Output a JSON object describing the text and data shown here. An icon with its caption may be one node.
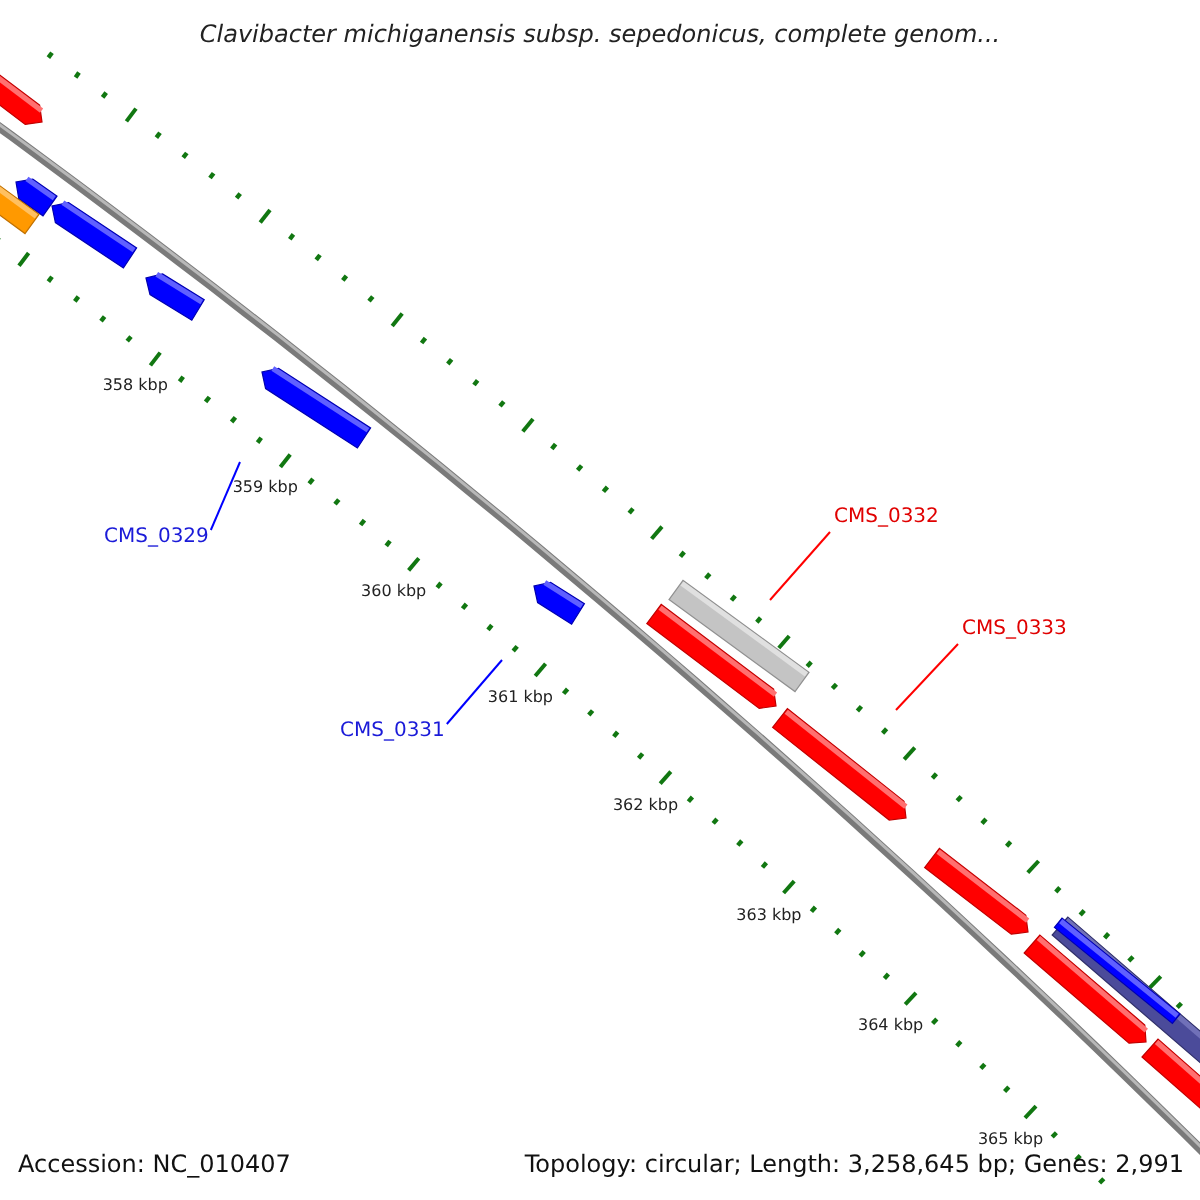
{
  "diagram": {
    "title": "Clavibacter michiganensis subsp. sepedonicus, complete genom...",
    "nodes": [
      {
        "text": [
          "CMS_0329"
        ]
      },
      {
        "text": [
          "CMS_0331"
        ]
      },
      {
        "text": [
          "CMS_0332"
        ]
      },
      {
        "text": [
          "CMS_0333"
        ]
      }
    ],
    "edges": [
      {
        "from": 0,
        "to": null,
        "arrow": "none",
        "color": "#0000ff"
      },
      {
        "from": 1,
        "to": null,
        "arrow": "none",
        "color": "#0000ff"
      },
      {
        "from": 2,
        "to": null,
        "arrow": "none",
        "color": "#ff0000"
      },
      {
        "from": 3,
        "to": null,
        "arrow": "none",
        "color": "#ff0000"
      }
    ],
    "labels": [
      "358 kbp",
      "359 kbp",
      "360 kbp",
      "361 kbp",
      "362 kbp",
      "363 kbp",
      "364 kbp",
      "365 kbp",
      "Accession: NC_010407",
      "Topology: circular; Length: 3,258,645 bp; Genes: 2,991"
    ]
  }
}
